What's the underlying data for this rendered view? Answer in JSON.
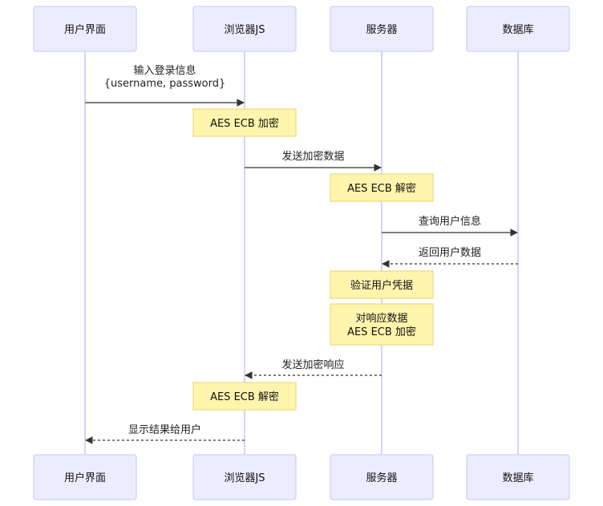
{
  "participants": [
    {
      "id": "ui",
      "label": "用户界面"
    },
    {
      "id": "js",
      "label": "浏览器JS"
    },
    {
      "id": "server",
      "label": "服务器"
    },
    {
      "id": "db",
      "label": "数据库"
    }
  ],
  "sequence": [
    {
      "kind": "message",
      "from": "ui",
      "to": "js",
      "style": "solid",
      "lines": [
        "输入登录信息",
        "{username, password}"
      ]
    },
    {
      "kind": "note",
      "over": "js",
      "lines": [
        "AES ECB 加密"
      ]
    },
    {
      "kind": "message",
      "from": "js",
      "to": "server",
      "style": "solid",
      "lines": [
        "发送加密数据"
      ]
    },
    {
      "kind": "note",
      "over": "server",
      "lines": [
        "AES ECB 解密"
      ]
    },
    {
      "kind": "message",
      "from": "server",
      "to": "db",
      "style": "solid",
      "lines": [
        "查询用户信息"
      ]
    },
    {
      "kind": "message",
      "from": "db",
      "to": "server",
      "style": "dashed",
      "lines": [
        "返回用户数据"
      ]
    },
    {
      "kind": "note",
      "over": "server",
      "lines": [
        "验证用户凭据"
      ]
    },
    {
      "kind": "note",
      "over": "server",
      "lines": [
        "对响应数据",
        "AES ECB 加密"
      ]
    },
    {
      "kind": "message",
      "from": "server",
      "to": "js",
      "style": "dashed",
      "lines": [
        "发送加密响应"
      ]
    },
    {
      "kind": "note",
      "over": "js",
      "lines": [
        "AES ECB 解密"
      ]
    },
    {
      "kind": "message",
      "from": "js",
      "to": "ui",
      "style": "dashed",
      "lines": [
        "显示结果给用户"
      ]
    }
  ]
}
